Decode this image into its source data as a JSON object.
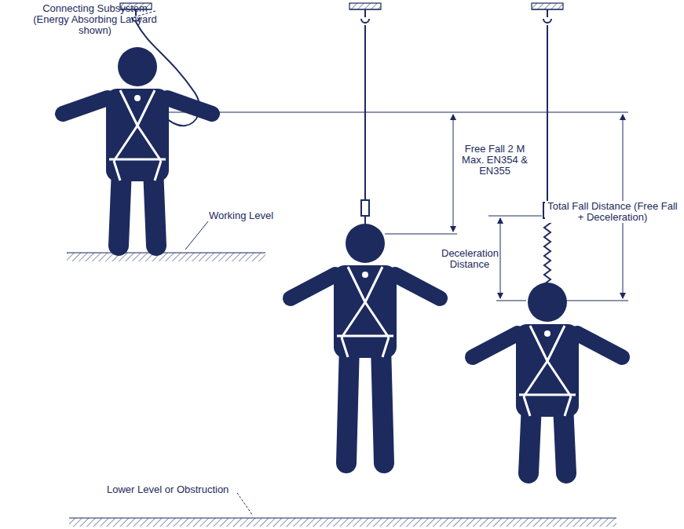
{
  "diagram": {
    "labels": [
      "Connecting Subsystem (Energy Absorbing Lanyard shown)",
      "Working Level",
      "Free Fall 2 M Max. EN354 & EN355",
      "Total Fall Distance (Free Fall + Deceleration)",
      "Deceleration Distance",
      "Lower Level or Obstruction"
    ]
  }
}
